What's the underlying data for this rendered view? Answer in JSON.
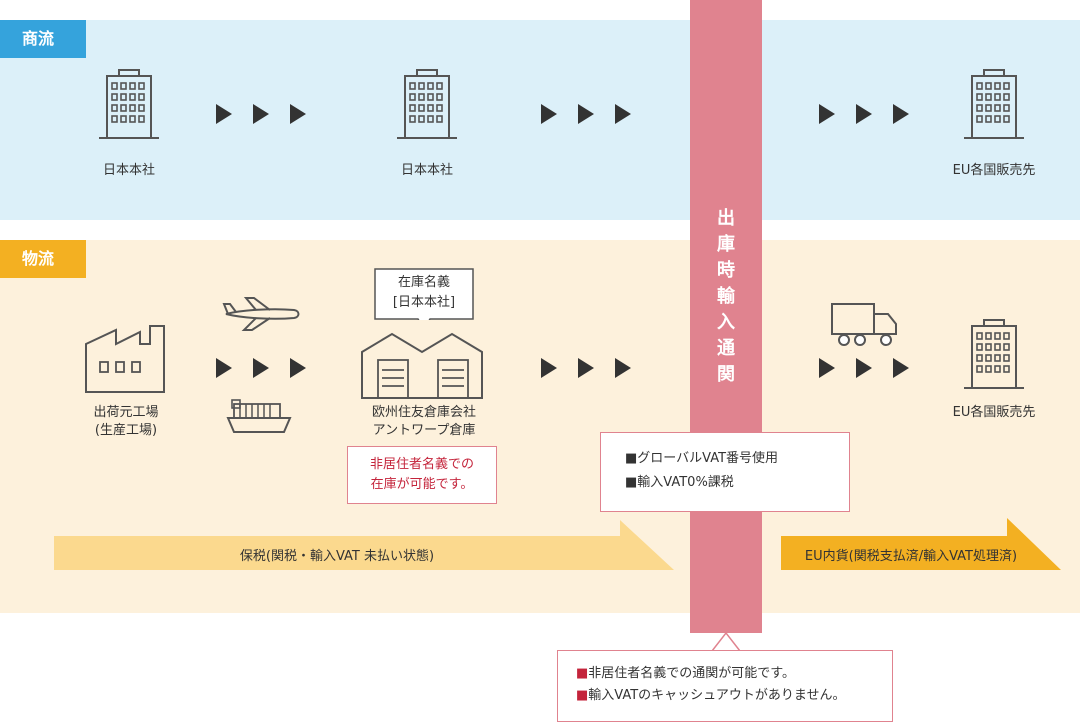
{
  "sections": {
    "commerce_label": "商流",
    "logistics_label": "物流"
  },
  "commerce": {
    "node1": "日本本社",
    "node2": "日本本社",
    "node3": "EU各国販売先"
  },
  "logistics": {
    "factory_line1": "出荷元工場",
    "factory_line2": "(生産工場)",
    "stock_line1": "在庫名義",
    "stock_line2": "[日本本社]",
    "warehouse_line1": "欧州住友倉庫会社",
    "warehouse_line2": "アントワープ倉庫",
    "note_line1": "非居住者名義での",
    "note_line2": "在庫が可能です。",
    "customer": "EU各国販売先"
  },
  "customs": {
    "chars": [
      "出",
      "庫",
      "時",
      "輸",
      "入",
      "通",
      "関"
    ]
  },
  "vat_box": {
    "row1": "■グローバルVAT番号使用",
    "row2": "■輸入VAT0%課税"
  },
  "banners": {
    "bonded": "保税(関税・輸入VAT 未払い状態)",
    "eu_goods": "EU内貨(関税支払済/輸入VAT処理済)"
  },
  "bottom_box": {
    "bullet": "■",
    "row1": "非居住者名義での通関が可能です。",
    "row2": "輸入VATのキャッシュアウトがありません。"
  },
  "colors": {
    "commerce_band": "#dcf0f9",
    "commerce_tag": "#35a3dc",
    "logistics_band": "#fdf1dc",
    "logistics_tag": "#f3b022",
    "customs_bar": "#e0838f",
    "note_red": "#c4243b",
    "banner": "#fbd98e"
  }
}
